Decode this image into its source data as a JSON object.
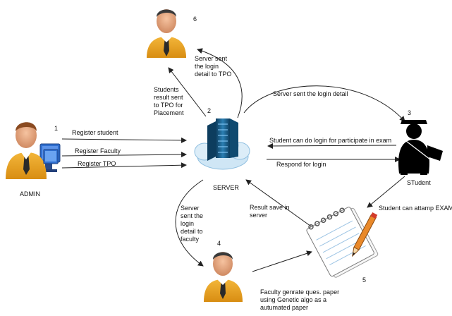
{
  "nodes": {
    "admin": {
      "number": "1",
      "caption": "ADMIN"
    },
    "server": {
      "number": "2",
      "caption": "SERVER"
    },
    "student": {
      "number": "3",
      "caption": "STudent"
    },
    "faculty": {
      "number": "4"
    },
    "paper": {
      "number": "5"
    },
    "tpo": {
      "number": "6"
    }
  },
  "edges": {
    "register_student": "Register student",
    "register_faculty": "Register Faculty",
    "register_tpo": "Register TPO",
    "server_to_tpo": "Server sent\nthe login\ndetail to TPO",
    "results_to_tpo": "Students\nresult sent\nto TPO for\nPlacement",
    "server_to_student": "Server sent the login detail",
    "student_login": "Student can do login for participate in exam",
    "respond_login": "Respond for login",
    "student_exam": "Student can attamp EXAM",
    "result_save": "Result save in\nserver",
    "server_to_faculty": "Server\nsent the\nlogin\ndetail to\nfaculty",
    "faculty_paper": "Faculty genrate ques. paper\nusing Genetic algo as a\nautumated paper"
  },
  "colors": {
    "person_shirt": "#e8a62a",
    "person_tie": "#2a2a2a",
    "server_rack": "#1e5f86",
    "cloud": "#cfe6f5",
    "monitor": "#2f6fd0",
    "arrow": "#222222"
  }
}
